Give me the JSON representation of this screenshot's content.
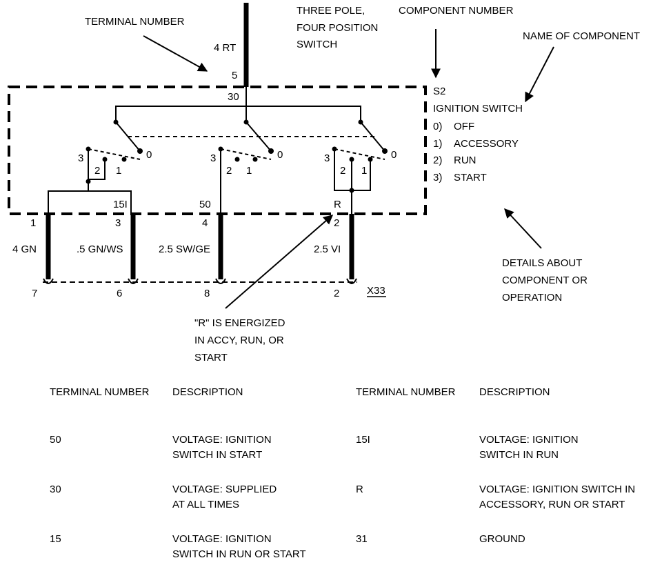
{
  "callouts": {
    "terminal_number": "TERMINAL NUMBER",
    "switch_type_line1": "THREE POLE,",
    "switch_type_line2": "FOUR POSITION",
    "switch_type_line3": "SWITCH",
    "component_number": "COMPONENT NUMBER",
    "name_of_component": "NAME OF COMPONENT",
    "details_line1": "DETAILS ABOUT",
    "details_line2": "COMPONENT OR",
    "details_line3": "OPERATION",
    "r_note_line1": "\"R\" IS ENERGIZED",
    "r_note_line2": "IN ACCY, RUN, OR",
    "r_note_line3": "START"
  },
  "component": {
    "number": "S2",
    "name": "IGNITION SWITCH",
    "positions": [
      {
        "num": "0)",
        "label": "OFF"
      },
      {
        "num": "1)",
        "label": "ACCESSORY"
      },
      {
        "num": "2)",
        "label": "RUN"
      },
      {
        "num": "3)",
        "label": "START"
      }
    ]
  },
  "input": {
    "wire": "4 RT",
    "pin": "5",
    "terminal": "30"
  },
  "switch_marks": {
    "p0": "0",
    "p1": "1",
    "p2": "2",
    "p3": "3"
  },
  "outputs": [
    {
      "terminal": "",
      "pin": "1",
      "wire": "4 GN",
      "connector_pin": "7"
    },
    {
      "terminal": "15I",
      "pin": "3",
      "wire": ".5 GN/WS",
      "connector_pin": "6"
    },
    {
      "terminal": "50",
      "pin": "4",
      "wire": "2.5 SW/GE",
      "connector_pin": "8"
    },
    {
      "terminal": "R",
      "pin": "2",
      "wire": "2.5 VI",
      "connector_pin": "2"
    }
  ],
  "connector": "X33",
  "table": {
    "headers": [
      "TERMINAL NUMBER",
      "DESCRIPTION",
      "TERMINAL NUMBER",
      "DESCRIPTION"
    ],
    "rows": [
      {
        "left_term": "50",
        "left_desc": "VOLTAGE: IGNITION\nSWITCH IN START",
        "right_term": "15I",
        "right_desc": "VOLTAGE: IGNITION\nSWITCH IN RUN"
      },
      {
        "left_term": "30",
        "left_desc": "VOLTAGE: SUPPLIED\nAT ALL TIMES",
        "right_term": "R",
        "right_desc": "VOLTAGE: IGNITION SWITCH IN\nACCESSORY, RUN OR START"
      },
      {
        "left_term": "15",
        "left_desc": "VOLTAGE: IGNITION\nSWITCH IN RUN OR START",
        "right_term": "31",
        "right_desc": "GROUND"
      }
    ]
  }
}
